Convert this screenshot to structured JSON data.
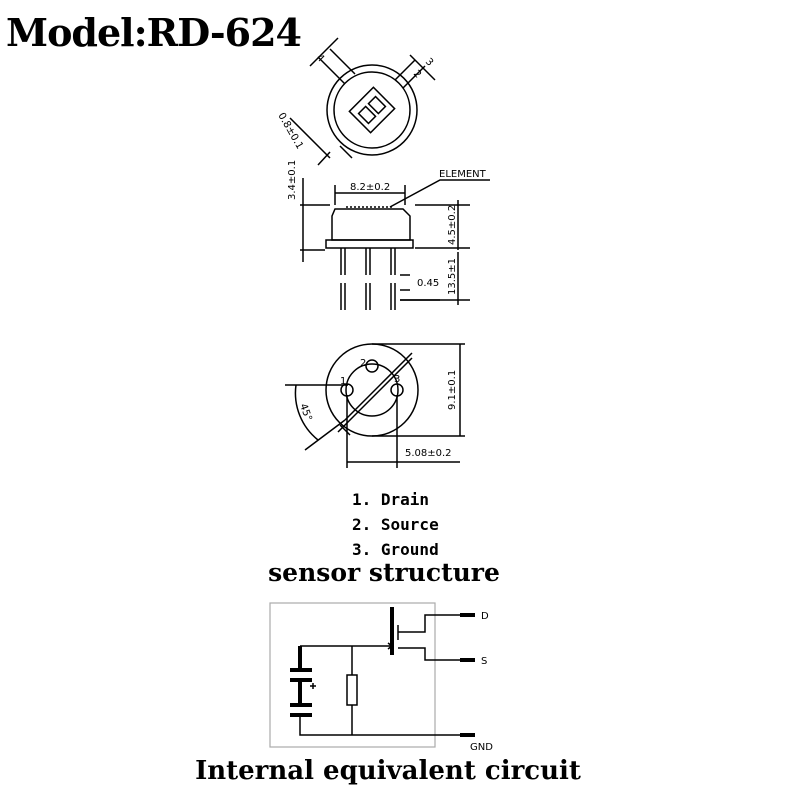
{
  "title": "Model:RD-624",
  "dimensions": {
    "pin_4": "4",
    "pin_2": "2",
    "pin_3": "3",
    "lead_pitch": "0.8±0.1",
    "height_cap": "3.4±0.1",
    "window_width": "8.2±0.2",
    "element_label": "ELEMENT",
    "body_height": "4.5±0.2",
    "lead_length": "13.5±1",
    "lead_dia": "0.45",
    "diameter": "9.1±0.1",
    "angle": "45°",
    "pin_spacing": "5.08±0.2",
    "bottom_pin_1": "1",
    "bottom_pin_2": "2",
    "bottom_pin_3": "3"
  },
  "pins": [
    "1. Drain",
    "2. Source",
    "3. Ground"
  ],
  "captions": {
    "structure": "sensor structure",
    "circuit": "Internal equivalent circuit"
  },
  "circuit": {
    "drain": "D",
    "source": "S",
    "ground": "GND"
  }
}
